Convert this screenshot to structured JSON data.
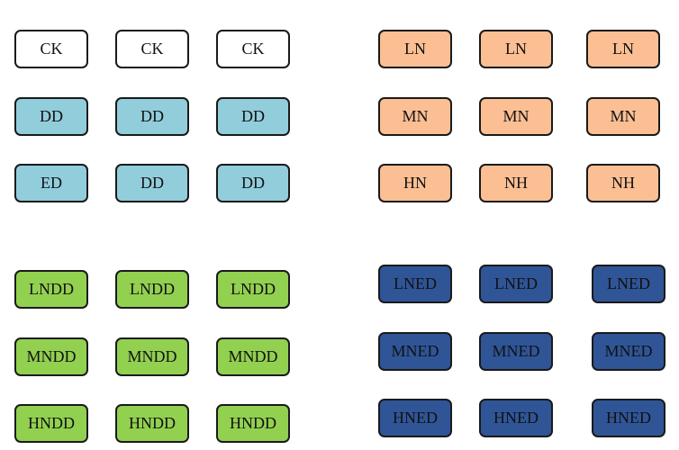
{
  "colors": {
    "white": "#ffffff",
    "light_blue": "#92cddc",
    "peach": "#fbbf93",
    "green": "#92d050",
    "navy": "#2f5597",
    "border": "#1a1a1a"
  },
  "groups": [
    {
      "name": "top-left",
      "rows": [
        [
          {
            "label": "CK",
            "color": "#ffffff"
          },
          {
            "label": "CK",
            "color": "#ffffff"
          },
          {
            "label": "CK",
            "color": "#ffffff"
          }
        ],
        [
          {
            "label": "DD",
            "color": "#92cddc"
          },
          {
            "label": "DD",
            "color": "#92cddc"
          },
          {
            "label": "DD",
            "color": "#92cddc"
          }
        ],
        [
          {
            "label": "ED",
            "color": "#92cddc"
          },
          {
            "label": "DD",
            "color": "#92cddc"
          },
          {
            "label": "DD",
            "color": "#92cddc"
          }
        ]
      ]
    },
    {
      "name": "top-right",
      "rows": [
        [
          {
            "label": "LN",
            "color": "#fbbf93"
          },
          {
            "label": "LN",
            "color": "#fbbf93"
          },
          {
            "label": "LN",
            "color": "#fbbf93"
          }
        ],
        [
          {
            "label": "MN",
            "color": "#fbbf93"
          },
          {
            "label": "MN",
            "color": "#fbbf93"
          },
          {
            "label": "MN",
            "color": "#fbbf93"
          }
        ],
        [
          {
            "label": "HN",
            "color": "#fbbf93"
          },
          {
            "label": "NH",
            "color": "#fbbf93"
          },
          {
            "label": "NH",
            "color": "#fbbf93"
          }
        ]
      ]
    },
    {
      "name": "bottom-left",
      "rows": [
        [
          {
            "label": "LNDD",
            "color": "#92d050"
          },
          {
            "label": "LNDD",
            "color": "#92d050"
          },
          {
            "label": "LNDD",
            "color": "#92d050"
          }
        ],
        [
          {
            "label": "MNDD",
            "color": "#92d050"
          },
          {
            "label": "MNDD",
            "color": "#92d050"
          },
          {
            "label": "MNDD",
            "color": "#92d050"
          }
        ],
        [
          {
            "label": "HNDD",
            "color": "#92d050"
          },
          {
            "label": "HNDD",
            "color": "#92d050"
          },
          {
            "label": "HNDD",
            "color": "#92d050"
          }
        ]
      ]
    },
    {
      "name": "bottom-right",
      "rows": [
        [
          {
            "label": "LNED",
            "color": "#2f5597"
          },
          {
            "label": "LNED",
            "color": "#2f5597"
          },
          {
            "label": "LNED",
            "color": "#2f5597"
          }
        ],
        [
          {
            "label": "MNED",
            "color": "#2f5597"
          },
          {
            "label": "MNED",
            "color": "#2f5597"
          },
          {
            "label": "MNED",
            "color": "#2f5597"
          }
        ],
        [
          {
            "label": "HNED",
            "color": "#2f5597"
          },
          {
            "label": "HNED",
            "color": "#2f5597"
          },
          {
            "label": "HNED",
            "color": "#2f5597"
          }
        ]
      ]
    }
  ]
}
